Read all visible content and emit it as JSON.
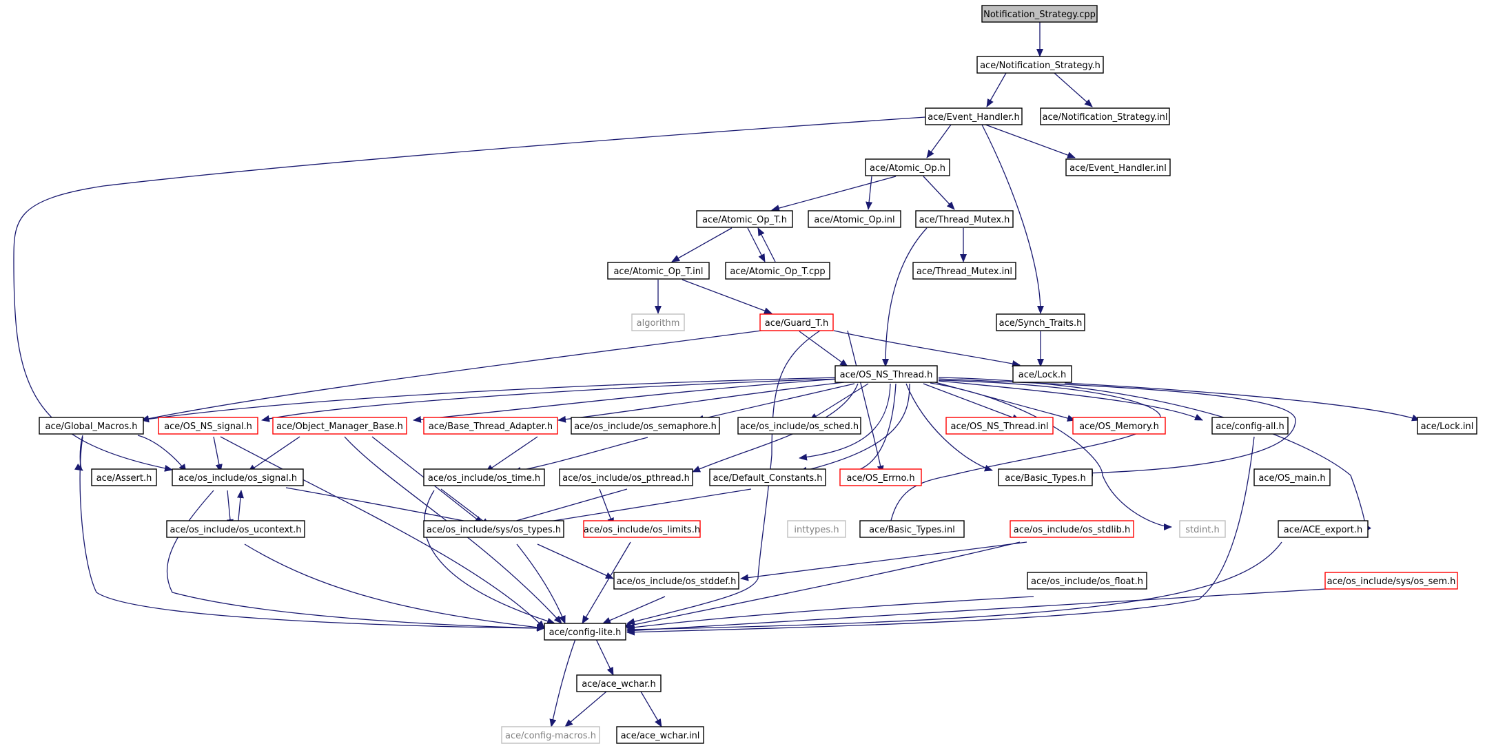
{
  "colors": {
    "edge": "#191970",
    "root_fill": "#bfbfbf",
    "missing_border": "#ff0000",
    "external_border": "#bfbfbf"
  },
  "nodes": {
    "notification_strategy_cpp": "Notification_Strategy.cpp",
    "notification_strategy_h": "ace/Notification_Strategy.h",
    "event_handler_h": "ace/Event_Handler.h",
    "notification_strategy_inl": "ace/Notification_Strategy.inl",
    "atomic_op_h": "ace/Atomic_Op.h",
    "event_handler_inl": "ace/Event_Handler.inl",
    "atomic_op_t_h": "ace/Atomic_Op_T.h",
    "atomic_op_inl": "ace/Atomic_Op.inl",
    "thread_mutex_h": "ace/Thread_Mutex.h",
    "atomic_op_t_inl": "ace/Atomic_Op_T.inl",
    "atomic_op_t_cpp": "ace/Atomic_Op_T.cpp",
    "thread_mutex_inl": "ace/Thread_Mutex.inl",
    "algorithm": "algorithm",
    "guard_t_h": "ace/Guard_T.h",
    "synch_traits_h": "ace/Synch_Traits.h",
    "os_ns_thread_h": "ace/OS_NS_Thread.h",
    "lock_h": "ace/Lock.h",
    "global_macros_h": "ace/Global_Macros.h",
    "os_ns_signal_h": "ace/OS_NS_signal.h",
    "object_manager_base_h": "ace/Object_Manager_Base.h",
    "base_thread_adapter_h": "ace/Base_Thread_Adapter.h",
    "os_semaphore_h": "ace/os_include/os_semaphore.h",
    "os_sched_h": "ace/os_include/os_sched.h",
    "os_ns_thread_inl": "ace/OS_NS_Thread.inl",
    "os_memory_h": "ace/OS_Memory.h",
    "config_all_h": "ace/config-all.h",
    "lock_inl": "ace/Lock.inl",
    "assert_h": "ace/Assert.h",
    "os_signal_h": "ace/os_include/os_signal.h",
    "os_time_h": "ace/os_include/os_time.h",
    "os_pthread_h": "ace/os_include/os_pthread.h",
    "default_constants_h": "ace/Default_Constants.h",
    "os_errno_h": "ace/OS_Errno.h",
    "basic_types_h": "ace/Basic_Types.h",
    "os_main_h": "ace/OS_main.h",
    "os_ucontext_h": "ace/os_include/os_ucontext.h",
    "os_types_h": "ace/os_include/sys/os_types.h",
    "os_limits_h": "ace/os_include/os_limits.h",
    "inttypes_h": "inttypes.h",
    "basic_types_inl": "ace/Basic_Types.inl",
    "os_stdlib_h": "ace/os_include/os_stdlib.h",
    "stdint_h": "stdint.h",
    "ace_export_h": "ace/ACE_export.h",
    "os_stddef_h": "ace/os_include/os_stddef.h",
    "os_float_h": "ace/os_include/os_float.h",
    "os_sem_h": "ace/os_include/sys/os_sem.h",
    "config_lite_h": "ace/config-lite.h",
    "ace_wchar_h": "ace/ace_wchar.h",
    "config_macros_h": "ace/config-macros.h",
    "ace_wchar_inl": "ace/ace_wchar.inl"
  }
}
